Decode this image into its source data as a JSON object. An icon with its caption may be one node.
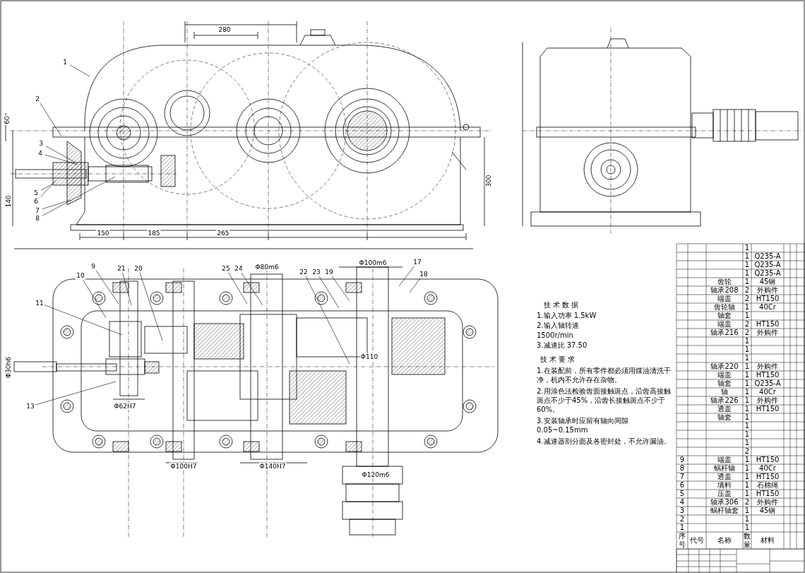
{
  "diagram": {
    "nodes": [
      {
        "text": [
          "1"
        ]
      },
      {
        "text": [
          "2"
        ]
      },
      {
        "text": [
          "3"
        ]
      },
      {
        "text": [
          "4"
        ]
      },
      {
        "text": [
          "5"
        ]
      },
      {
        "text": [
          "6"
        ]
      },
      {
        "text": [
          "7"
        ]
      },
      {
        "text": [
          "8"
        ]
      },
      {
        "text": [
          "9"
        ]
      },
      {
        "text": [
          "10"
        ]
      },
      {
        "text": [
          "21"
        ]
      },
      {
        "text": [
          "20"
        ]
      },
      {
        "text": [
          "11"
        ]
      },
      {
        "text": [
          "13"
        ]
      },
      {
        "text": [
          "25"
        ]
      },
      {
        "text": [
          "24"
        ]
      },
      {
        "text": [
          "22"
        ]
      },
      {
        "text": [
          "23"
        ]
      },
      {
        "text": [
          "19"
        ]
      },
      {
        "text": [
          "17"
        ]
      },
      {
        "text": [
          "18"
        ]
      }
    ],
    "edges": [
      {
        "from": 0,
        "to": null,
        "arrow": "none"
      },
      {
        "from": 1,
        "to": null,
        "arrow": "none"
      },
      {
        "from": 2,
        "to": null,
        "arrow": "none"
      },
      {
        "from": 3,
        "to": null,
        "arrow": "none"
      },
      {
        "from": 4,
        "to": null,
        "arrow": "none"
      },
      {
        "from": 5,
        "to": null,
        "arrow": "none"
      },
      {
        "from": 6,
        "to": null,
        "arrow": "none"
      },
      {
        "from": 7,
        "to": null,
        "arrow": "none"
      },
      {
        "from": 8,
        "to": null,
        "arrow": "none"
      },
      {
        "from": 9,
        "to": null,
        "arrow": "none"
      },
      {
        "from": 10,
        "to": null,
        "arrow": "none"
      },
      {
        "from": 11,
        "to": null,
        "arrow": "none"
      },
      {
        "from": 12,
        "to": null,
        "arrow": "none"
      },
      {
        "from": 13,
        "to": null,
        "arrow": "none"
      },
      {
        "from": 14,
        "to": null,
        "arrow": "none"
      },
      {
        "from": 15,
        "to": null,
        "arrow": "none"
      },
      {
        "from": 16,
        "to": null,
        "arrow": "none"
      },
      {
        "from": 17,
        "to": null,
        "arrow": "none"
      },
      {
        "from": 18,
        "to": null,
        "arrow": "none"
      },
      {
        "from": 19,
        "to": null,
        "arrow": "none"
      },
      {
        "from": 20,
        "to": null,
        "arrow": "none"
      }
    ],
    "labels": [
      "技术数据",
      "1.输入功率 1.5kW",
      "2.输入轴转速",
      "1500r/min",
      "3.减速比 37.50",
      "技术要求",
      "1.在装配前，所有零件都必须用煤油清洗干净，机内不允许存在杂物。",
      "2.用涂色法检验齿面接触斑点，沿齿高接触斑点不少于45%，沿齿长接触斑点不少于60%。",
      "3.安装轴承时应留有轴向间隙0.05~0.15mm",
      "4.减速器剖分面及各密封处，不允许漏油。",
      "280",
      "60",
      "140",
      "150",
      "185",
      "265",
      "300",
      "Φ80m6",
      "Φ100m6",
      "Φ100H7",
      "Φ140H7",
      "Φ120m6",
      "Φ110",
      "Φ62H7",
      "Φ30h6",
      "1",
      "1",
      "Q235-A",
      "1",
      "Q235-A",
      "1",
      "Q235-A",
      "齿轮",
      "1",
      "45钢",
      "轴承208",
      "2",
      "外购件",
      "端盖",
      "2",
      "HT150",
      "齿轮轴",
      "1",
      "40Cr",
      "轴套",
      "1",
      "端盖",
      "2",
      "HT150",
      "轴承216",
      "2",
      "外购件",
      "1",
      "1",
      "1",
      "轴承220",
      "1",
      "外购件",
      "端盖",
      "1",
      "HT150",
      "轴套",
      "1",
      "Q235-A",
      "轴",
      "1",
      "40Cr",
      "轴承226",
      "1",
      "外购件",
      "透盖",
      "1",
      "HT150",
      "轴套",
      "1",
      "1",
      "1",
      "1",
      "2",
      "9",
      "端盖",
      "1",
      "HT150",
      "8",
      "蜗杆轴",
      "1",
      "40Cr",
      "7",
      "透盖",
      "1",
      "HT150",
      "6",
      "填料",
      "1",
      "石棉绳",
      "5",
      "压盖",
      "1",
      "HT150",
      "4",
      "轴承306",
      "2",
      "外购件",
      "3",
      "蜗杆轴套",
      "1",
      "45钢",
      "2",
      "1",
      "1",
      "1",
      "序号",
      "代号",
      "名称",
      "数量",
      "材料"
    ]
  }
}
